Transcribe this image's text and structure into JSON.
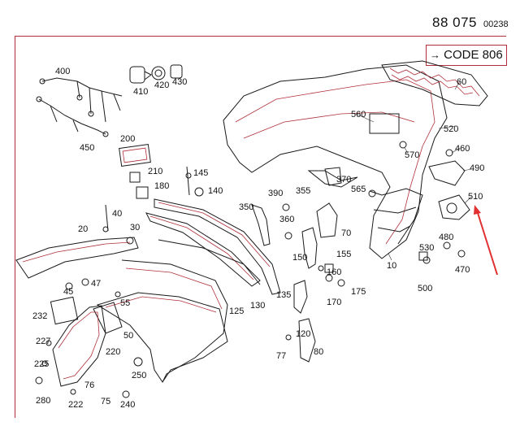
{
  "header": {
    "drawing_number": "88 075",
    "sheet_code": "00238",
    "code_label": "CODE 806",
    "code_arrow": "→"
  },
  "labels": {
    "p10": "10",
    "p20": "20",
    "p30": "30",
    "p40": "40",
    "p45": "45",
    "p47": "47",
    "p50": "50",
    "p55": "55",
    "p60": "60",
    "p70": "70",
    "p75": "75",
    "p76": "76",
    "p77": "77",
    "p80": "80",
    "p120": "120",
    "p125": "125",
    "p130": "130",
    "p135": "135",
    "p140": "140",
    "p145": "145",
    "p150": "150",
    "p155": "155",
    "p160": "160",
    "p170": "170",
    "p175": "175",
    "p180": "180",
    "p200": "200",
    "p210": "210",
    "p220": "220",
    "p222": "222",
    "p225": "225",
    "p227": "227",
    "p232": "232",
    "p240": "240",
    "p250": "250",
    "p280": "280",
    "p350": "350",
    "p355": "355",
    "p360": "360",
    "p370": "370",
    "p390": "390",
    "p400": "400",
    "p410": "410",
    "p420": "420",
    "p430": "430",
    "p450": "450",
    "p460": "460",
    "p470": "470",
    "p480": "480",
    "p490": "490",
    "p500": "500",
    "p510": "510",
    "p520": "520",
    "p530": "530",
    "p560": "560",
    "p565": "565",
    "p570": "570"
  },
  "colors": {
    "frame": "#b0303a",
    "highlight_arrow": "#e03030",
    "ink": "#1a1a1a"
  }
}
